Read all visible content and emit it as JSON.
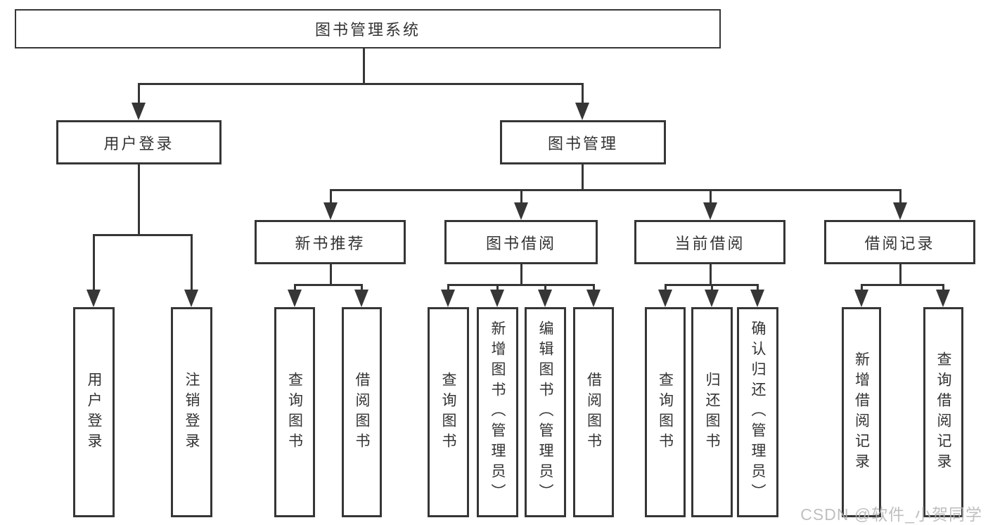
{
  "colors": {
    "line": "#363636",
    "text": "#333333",
    "watermark": "#b5b5b5",
    "bg": "#ffffff"
  },
  "watermark": {
    "text": "CSDN @软件_小贺同学"
  },
  "tree": {
    "root": {
      "label": "图书管理系统"
    },
    "branches": [
      {
        "label": "用户登录",
        "children": [
          {
            "label": "用户登录"
          },
          {
            "label": "注销登录"
          }
        ]
      },
      {
        "label": "图书管理",
        "groups": [
          {
            "label": "新书推荐",
            "children": [
              {
                "label": "查询图书"
              },
              {
                "label": "借阅图书"
              }
            ]
          },
          {
            "label": "图书借阅",
            "children": [
              {
                "label": "查询图书"
              },
              {
                "label": "新增图书（管理员）"
              },
              {
                "label": "编辑图书（管理员）"
              },
              {
                "label": "借阅图书"
              }
            ]
          },
          {
            "label": "当前借阅",
            "children": [
              {
                "label": "查询图书"
              },
              {
                "label": "归还图书"
              },
              {
                "label": "确认归还（管理员）"
              }
            ]
          },
          {
            "label": "借阅记录",
            "children": [
              {
                "label": "新增借阅记录"
              },
              {
                "label": "查询借阅记录"
              }
            ]
          }
        ]
      }
    ]
  }
}
